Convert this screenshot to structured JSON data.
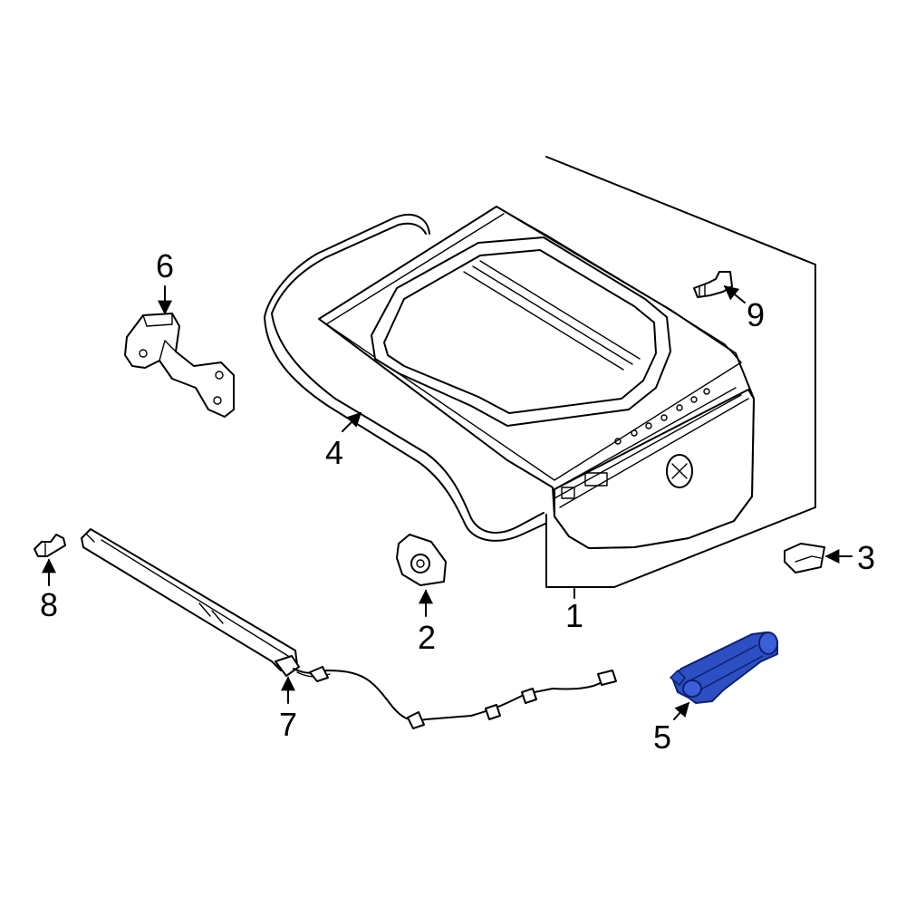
{
  "diagram": {
    "callouts": [
      {
        "id": "1",
        "label": "1"
      },
      {
        "id": "2",
        "label": "2"
      },
      {
        "id": "3",
        "label": "3"
      },
      {
        "id": "4",
        "label": "4"
      },
      {
        "id": "5",
        "label": "5"
      },
      {
        "id": "6",
        "label": "6"
      },
      {
        "id": "7",
        "label": "7"
      },
      {
        "id": "8",
        "label": "8"
      },
      {
        "id": "9",
        "label": "9"
      }
    ],
    "highlighted_part": "5",
    "colors": {
      "line": "#000000",
      "background": "#ffffff",
      "highlight_fill": "#2d4fc4",
      "highlight_stroke": "#0d1f6e"
    }
  }
}
